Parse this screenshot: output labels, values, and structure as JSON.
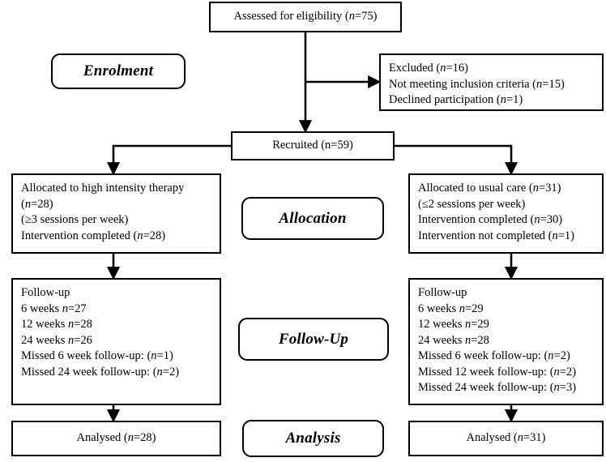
{
  "diagram": {
    "type": "consort-flow-diagram",
    "title": "CONSORT participant flow diagram",
    "line_color": "#000000",
    "background_color": "#ffffff"
  },
  "stages": [
    {
      "key": "enrolment",
      "label": "Enrolment"
    },
    {
      "key": "allocation",
      "label": "Allocation"
    },
    {
      "key": "followup",
      "label": "Follow-Up"
    },
    {
      "key": "analysis",
      "label": "Analysis"
    }
  ],
  "nodes": {
    "assessed": {
      "label": "Assessed for eligibility (n=75)",
      "text": "Assessed for eligibility (",
      "italic_n": "n",
      "tail": "=75)",
      "count": 75
    },
    "excluded": {
      "lines": [
        "Excluded  (n=16)",
        "Not meeting inclusion criteria (n=15)",
        "Declined participation (n=1)"
      ],
      "counts": {
        "excluded": 16,
        "not_meeting_inclusion_criteria": 15,
        "declined_participation": 1
      }
    },
    "recruited": {
      "label": "Recruited (n=59)",
      "count": 59
    },
    "allocated_left": {
      "lines": [
        "Allocated to high intensity therapy",
        "(n=28)",
        "(≥3 sessions per week)",
        "Intervention completed (n=28)"
      ],
      "counts": {
        "allocated": 28,
        "intervention_completed": 28
      }
    },
    "allocated_right": {
      "lines": [
        "Allocated to usual care (n=31)",
        "(≤2 sessions per week)",
        "Intervention completed (n=30)",
        "Intervention not completed (n=1)"
      ],
      "counts": {
        "allocated": 31,
        "intervention_completed": 30,
        "intervention_not_completed": 1
      }
    },
    "followup_left": {
      "lines": [
        "Follow-up",
        "6 weeks n=27",
        "12 weeks n=28",
        "24 weeks n=26",
        "Missed 6 week follow-up: (n=1)",
        "Missed 24 week follow-up: (n=2)"
      ],
      "counts": {
        "week6": 27,
        "week12": 28,
        "week24": 26,
        "missed_week6": 1,
        "missed_week24": 2
      }
    },
    "followup_right": {
      "lines": [
        "Follow-up",
        "6 weeks n=29",
        "12 weeks n=29",
        "24 weeks n=28",
        "Missed 6 week follow-up: (n=2)",
        "Missed 12 week follow-up: (n=2)",
        "Missed 24 week follow-up: (n=3)"
      ],
      "counts": {
        "week6": 29,
        "week12": 29,
        "week24": 28,
        "missed_week6": 2,
        "missed_week12": 2,
        "missed_week24": 3
      }
    },
    "analysed_left": {
      "label": "Analysed  (n=28)",
      "count": 28
    },
    "analysed_right": {
      "label": "Analysed  (n=31)",
      "count": 31
    }
  },
  "edges": [
    {
      "from": "assessed",
      "to": "recruited",
      "kind": "vertical-arrow"
    },
    {
      "from": "assessed-trunk",
      "to": "excluded",
      "kind": "horizontal-arrow"
    },
    {
      "from": "recruited",
      "to": "allocated_left",
      "kind": "elbow-arrow"
    },
    {
      "from": "recruited",
      "to": "allocated_right",
      "kind": "elbow-arrow"
    },
    {
      "from": "allocated_left",
      "to": "followup_left",
      "kind": "vertical-arrow"
    },
    {
      "from": "allocated_right",
      "to": "followup_right",
      "kind": "vertical-arrow"
    },
    {
      "from": "followup_left",
      "to": "analysed_left",
      "kind": "vertical-arrow"
    },
    {
      "from": "followup_right",
      "to": "analysed_right",
      "kind": "vertical-arrow"
    }
  ]
}
